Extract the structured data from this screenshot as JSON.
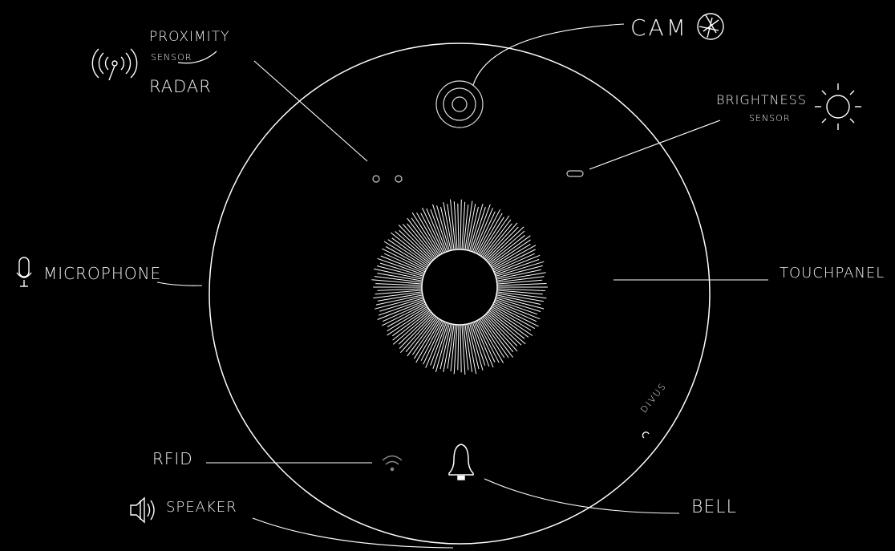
{
  "labels": {
    "cam": "CAM",
    "proximity": "PROXIMITY",
    "proximity_sensor": "SENSOR",
    "radar": "RADAR",
    "brightness": "BRIGHTNESS",
    "brightness_sensor": "SENSOR",
    "microphone": "MICROPHONE",
    "touchpanel": "TOUCHPANEL",
    "rfid": "RFID",
    "speaker": "SPEAKER",
    "bell": "BELL",
    "brand": "DIVUS"
  },
  "icons": {
    "cam": "camera-shutter-icon",
    "proximity": "radar-waves-icon",
    "brightness": "sun-icon",
    "microphone": "microphone-icon",
    "speaker": "speaker-icon",
    "rfid": "wifi-icon",
    "bell": "bell-icon"
  },
  "colors": {
    "background": "#000000",
    "line": "#ffffff"
  }
}
